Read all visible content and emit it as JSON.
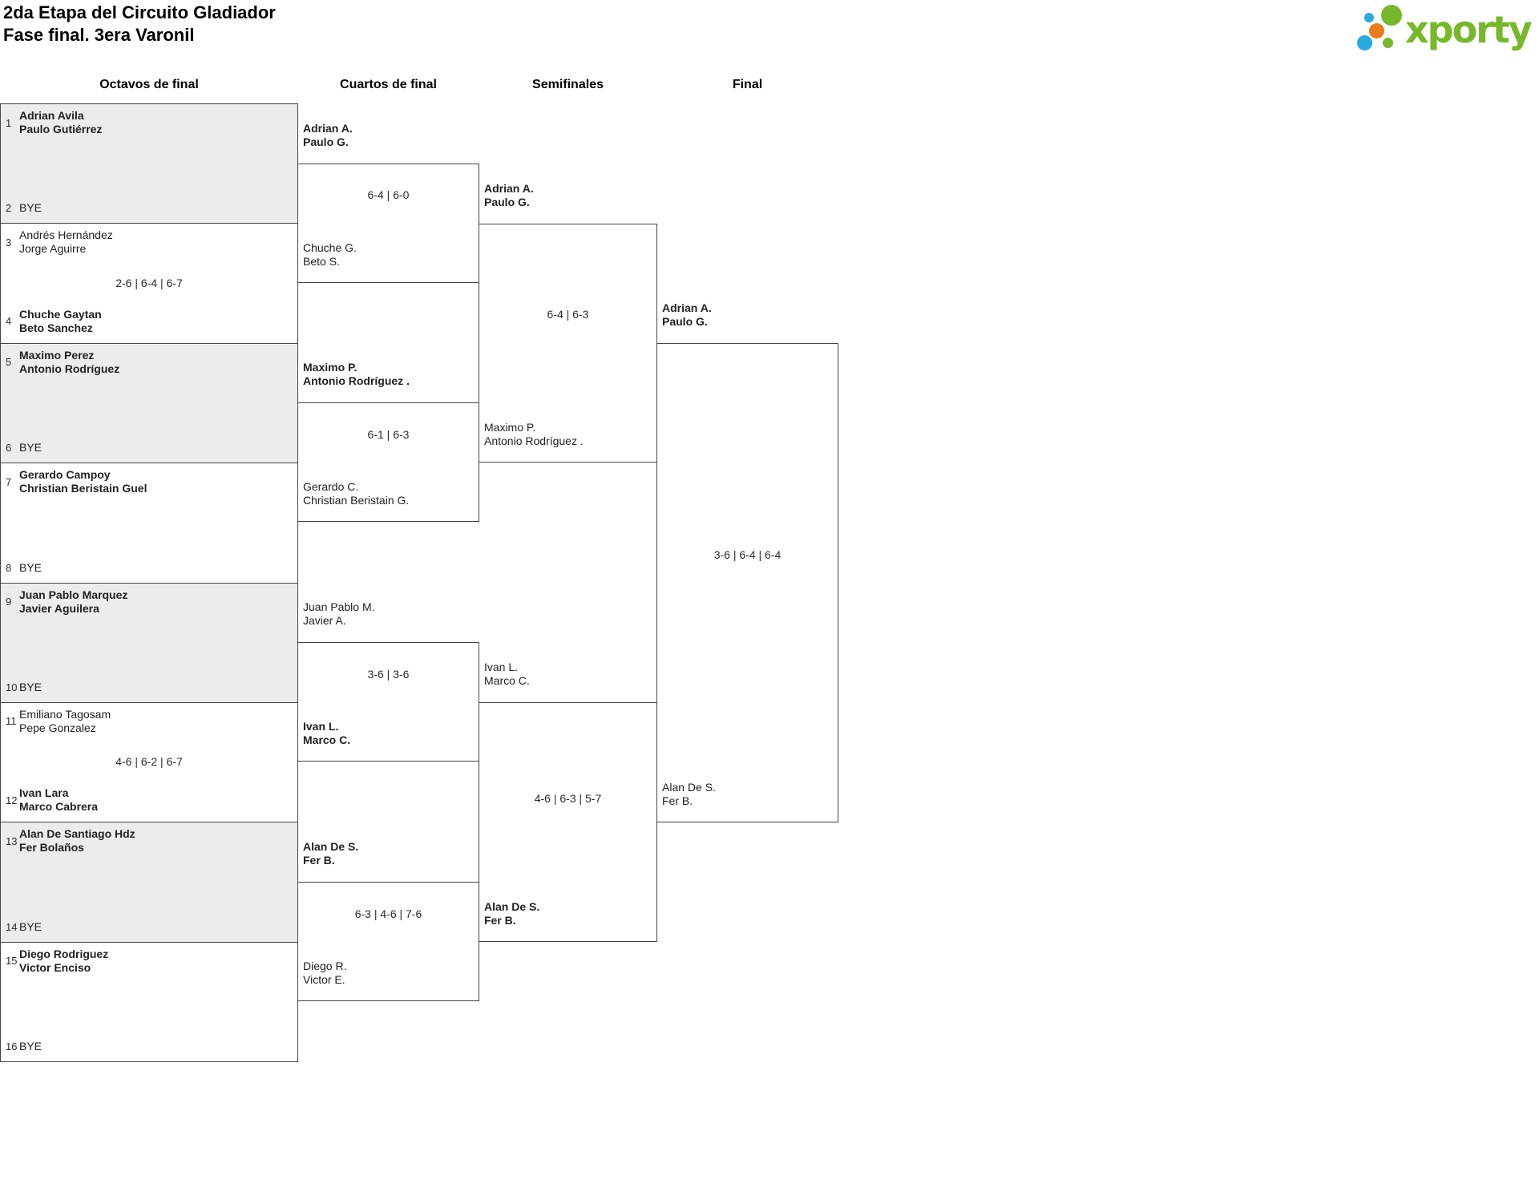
{
  "title": {
    "line1": "2da Etapa del Circuito Gladiador",
    "line2": "Fase final. 3era Varonil"
  },
  "round_headers": [
    {
      "label": "Octavos de final"
    },
    {
      "label": "Cuartos de final"
    },
    {
      "label": "Semifinales"
    },
    {
      "label": "Final"
    }
  ],
  "octavos": [
    {
      "score": "",
      "top": {
        "seed": "1",
        "lines": [
          "Adrian Avila",
          "Paulo Gutiérrez"
        ],
        "winner": true
      },
      "bottom": {
        "seed": "2",
        "bye": "BYE",
        "winner": false
      }
    },
    {
      "score": "2-6 | 6-4 | 6-7",
      "top": {
        "seed": "3",
        "lines": [
          "Andrés Hernández",
          "Jorge Aguirre"
        ],
        "winner": false
      },
      "bottom": {
        "seed": "4",
        "lines": [
          "Chuche Gaytan",
          "Beto Sanchez"
        ],
        "winner": true
      }
    },
    {
      "score": "",
      "top": {
        "seed": "5",
        "lines": [
          "Maximo Perez",
          "Antonio Rodríguez"
        ],
        "winner": true
      },
      "bottom": {
        "seed": "6",
        "bye": "BYE",
        "winner": false
      }
    },
    {
      "score": "",
      "top": {
        "seed": "7",
        "lines": [
          "Gerardo Campoy",
          "Christian Beristain Guel"
        ],
        "winner": true
      },
      "bottom": {
        "seed": "8",
        "bye": "BYE",
        "winner": false
      }
    },
    {
      "score": "",
      "top": {
        "seed": "9",
        "lines": [
          "Juan Pablo Marquez",
          "Javier Aguilera"
        ],
        "winner": true
      },
      "bottom": {
        "seed": "10",
        "bye": "BYE",
        "winner": false
      }
    },
    {
      "score": "4-6 | 6-2 | 6-7",
      "top": {
        "seed": "11",
        "lines": [
          "Emiliano Tagosam",
          "Pepe Gonzalez"
        ],
        "winner": false
      },
      "bottom": {
        "seed": "12",
        "lines": [
          "Ivan Lara",
          "Marco Cabrera"
        ],
        "winner": true
      }
    },
    {
      "score": "",
      "top": {
        "seed": "13",
        "lines": [
          "Alan De Santiago Hdz",
          "Fer Bolaños"
        ],
        "winner": true
      },
      "bottom": {
        "seed": "14",
        "bye": "BYE",
        "winner": false
      }
    },
    {
      "score": "",
      "top": {
        "seed": "15",
        "lines": [
          "Diego Rodriguez",
          "Victor Enciso"
        ],
        "winner": true
      },
      "bottom": {
        "seed": "16",
        "bye": "BYE",
        "winner": false
      }
    }
  ],
  "cuartos": [
    {
      "score": "6-4 | 6-0",
      "top": {
        "lines": [
          "Adrian A.",
          "Paulo G."
        ],
        "winner": true
      },
      "bottom": {
        "lines": [
          "Chuche G.",
          "Beto S."
        ],
        "winner": false
      }
    },
    {
      "score": "6-1 | 6-3",
      "top": {
        "lines": [
          "Maximo P.",
          "Antonio Rodríguez ."
        ],
        "winner": true
      },
      "bottom": {
        "lines": [
          "Gerardo C.",
          "Christian Beristain G."
        ],
        "winner": false
      }
    },
    {
      "score": "3-6 | 3-6",
      "top": {
        "lines": [
          "Juan Pablo M.",
          "Javier A."
        ],
        "winner": false
      },
      "bottom": {
        "lines": [
          "Ivan L.",
          "Marco C."
        ],
        "winner": true
      }
    },
    {
      "score": "6-3 | 4-6 | 7-6",
      "top": {
        "lines": [
          "Alan De S.",
          "Fer B."
        ],
        "winner": true
      },
      "bottom": {
        "lines": [
          "Diego R.",
          "Victor E."
        ],
        "winner": false
      }
    }
  ],
  "semifinales": [
    {
      "score": "6-4 | 6-3",
      "top": {
        "lines": [
          "Adrian A.",
          "Paulo G."
        ],
        "winner": true
      },
      "bottom": {
        "lines": [
          "Maximo P.",
          "Antonio Rodríguez ."
        ],
        "winner": false
      }
    },
    {
      "score": "4-6 | 6-3 | 5-7",
      "top": {
        "lines": [
          "Ivan L.",
          "Marco C."
        ],
        "winner": false
      },
      "bottom": {
        "lines": [
          "Alan De S.",
          "Fer B."
        ],
        "winner": true
      }
    }
  ],
  "final": [
    {
      "score": "3-6 | 6-4 | 6-4",
      "top": {
        "lines": [
          "Adrian A.",
          "Paulo G."
        ],
        "winner": true
      },
      "bottom": {
        "lines": [
          "Alan De S.",
          "Fer B."
        ],
        "winner": false
      }
    }
  ],
  "logo": {
    "text": "xporty",
    "green": "#76b82a",
    "blue": "#29a9e1",
    "orange": "#e87d1a"
  }
}
